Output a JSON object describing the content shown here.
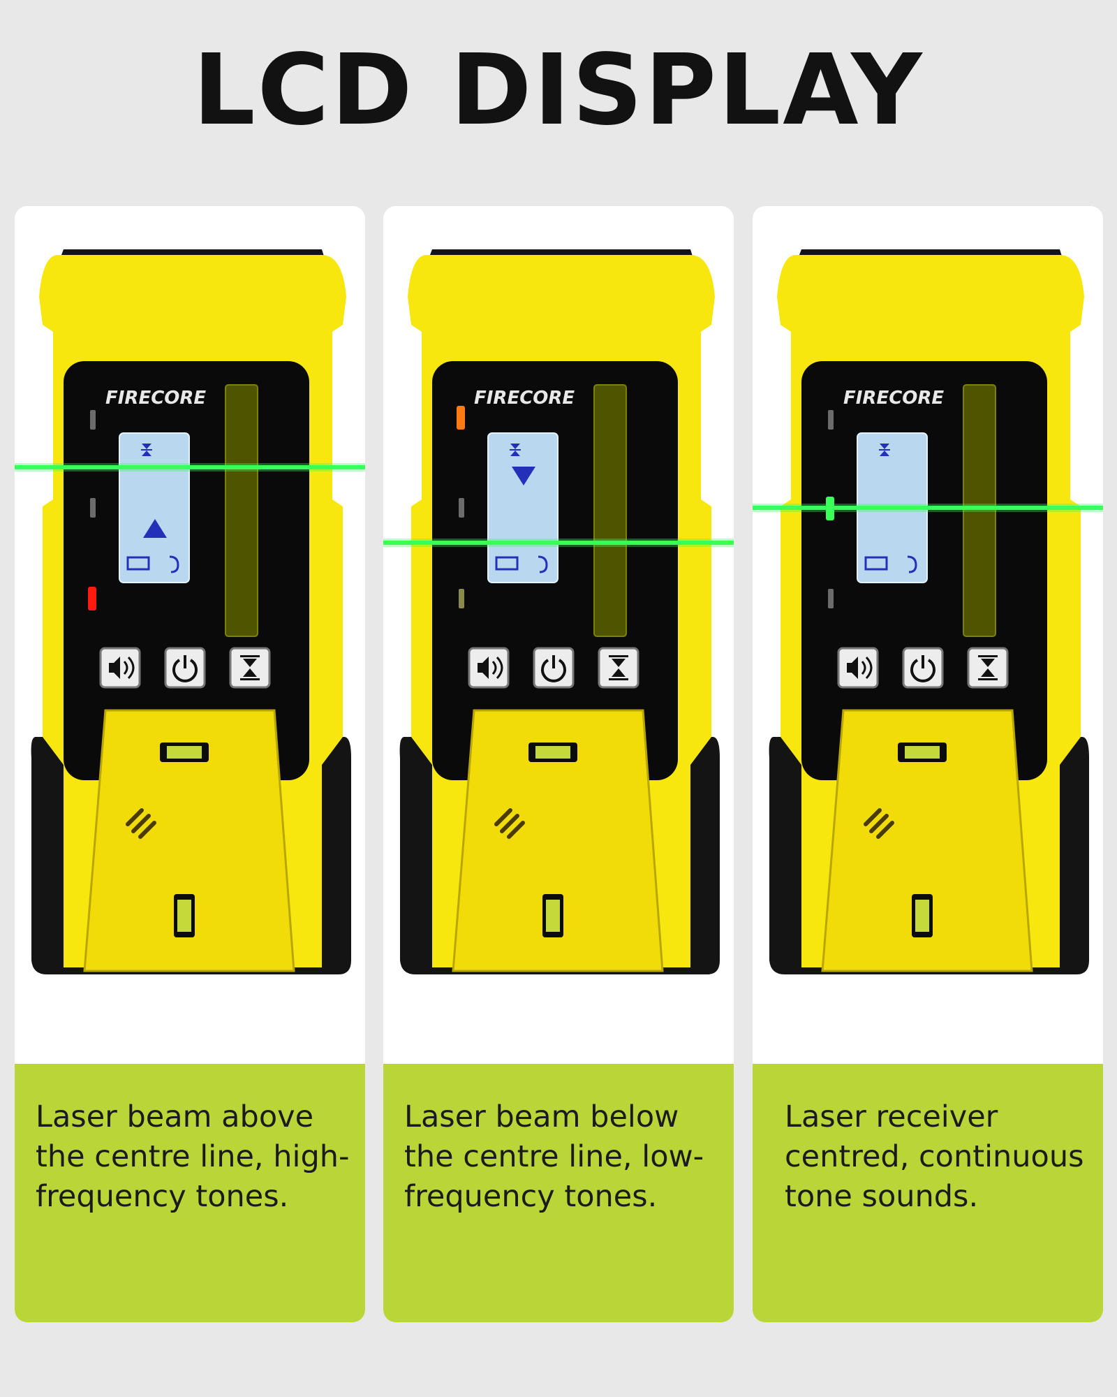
{
  "page": {
    "title": "LCD DISPLAY"
  },
  "colors": {
    "background": "#e8e8e8",
    "card": "#ffffff",
    "caption_bg": "#bad537",
    "device_yellow": "#f8e70f",
    "laser_green": "#39ff58",
    "lcd_blue": "#b9d8ef",
    "arrow_blue": "#2430b8",
    "led_red": "#ff1a10",
    "led_orange": "#ff7a10"
  },
  "cards": [
    {
      "brand": "FIRECORE",
      "state": "above",
      "arrow": "up",
      "active_led": "bottom",
      "caption": "Laser beam above the centre line, high-frequency tones."
    },
    {
      "brand": "FIRECORE",
      "state": "below",
      "arrow": "down",
      "active_led": "top",
      "caption": "Laser beam below the centre line, low-frequency tones."
    },
    {
      "brand": "FIRECORE",
      "state": "centred",
      "arrow": "none",
      "active_led": "middle",
      "caption": "Laser receiver centred, continuous tone sounds."
    }
  ],
  "buttons": {
    "sound": "speaker-icon",
    "power": "power-icon",
    "precision": "precision-icon"
  }
}
